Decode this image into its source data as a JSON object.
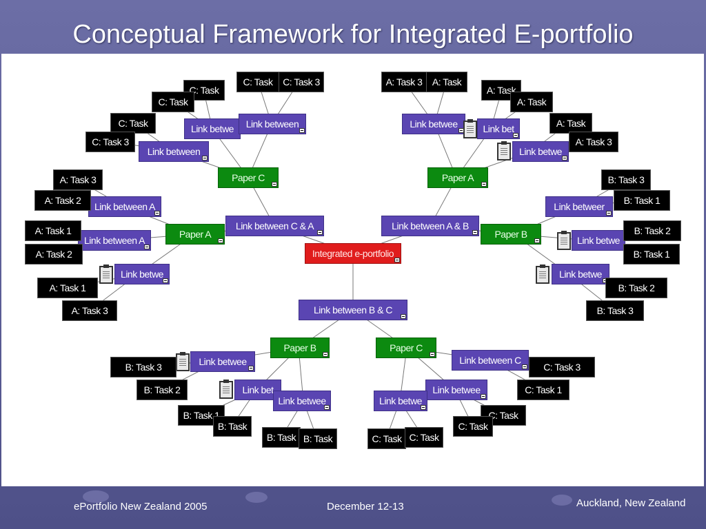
{
  "slide": {
    "title": "Conceptual Framework for Integrated E-portfolio",
    "footer_left": "ePortfolio New Zealand 2005",
    "footer_center": "December  12-13",
    "footer_right": "Auckland, New Zealand"
  },
  "colors": {
    "task": "#000000",
    "link": "#5a45b2",
    "paper": "#0c8a10",
    "root": "#e01c1c"
  },
  "diagram": {
    "root": "Integrated e-portfolio",
    "hubs": {
      "ab": "Link between A & B",
      "ca": "Link between C & A",
      "bc": "Link between B & C"
    },
    "papers": {
      "c_top": "Paper C",
      "a_top": "Paper A",
      "a_left": "Paper A",
      "b_right": "Paper B",
      "b_bottom": "Paper B",
      "c_bottom": "Paper C"
    },
    "links": {
      "ct1": "Link betwe",
      "ct2": "Link between",
      "ct3": "Link between",
      "at1": "Link betwee",
      "at2": "Link bet",
      "at3": "Link betwe",
      "al1": "Link between A",
      "al2": "Link between A",
      "al3": "Link betwe",
      "br1": "Link betweer",
      "br2": "Link betwe",
      "br3": "Link betwe",
      "bb1": "Link betwee",
      "bb2": "Link bet",
      "bb3": "Link betwee",
      "cb1": "Link between C",
      "cb2": "Link betwee",
      "cb3": "Link betwe"
    },
    "tasks": {
      "c1": "C: Task",
      "c2": "C: Task",
      "c3": "C: Task",
      "c4": "C: Task 3",
      "c5": "C: Task",
      "c6": "C: Task 3",
      "a1": "A: Task 3",
      "a2": "A: Task",
      "a3": "A: Task",
      "a4": "A: Task",
      "a5": "A: Task",
      "a6": "A: Task 3",
      "a7": "A: Task 3",
      "a8": "A: Task 2",
      "a9": "A: Task 1",
      "a10": "A: Task 2",
      "a11": "A: Task 1",
      "a12": "A: Task 3",
      "b1": "B: Task 3",
      "b2": "B: Task 1",
      "b3": "B: Task 2",
      "b4": "B: Task 1",
      "b5": "B: Task 2",
      "b6": "B: Task 3",
      "b7": "B: Task 3",
      "b8": "B: Task 2",
      "b9": "B: Task 1",
      "b10": "B: Task",
      "b11": "B: Task",
      "b12": "B: Task",
      "c7": "C: Task 3",
      "c8": "C: Task 1",
      "c9": "C: Task",
      "c10": "C: Task",
      "c11": "C: Task",
      "c12": "C: Task"
    }
  }
}
